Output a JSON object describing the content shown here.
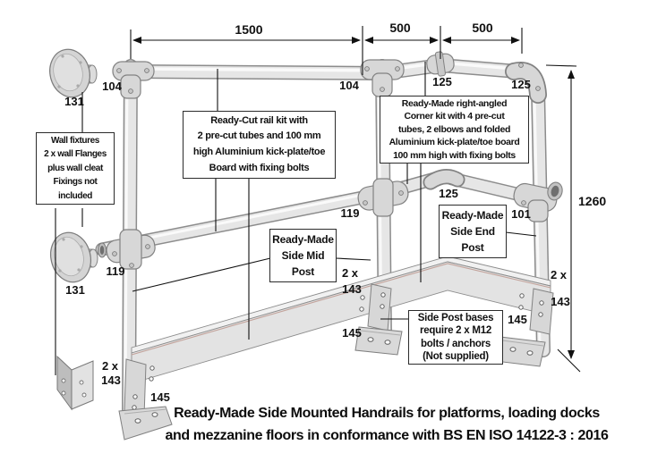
{
  "title": {
    "line1": "Ready-Made Side Mounted Handrails for platforms, loading docks",
    "line2": "and mezzanine floors in conformance with BS EN ISO 14122-3 : 2016"
  },
  "dimensions": {
    "rail_span": "1500",
    "corner_span_a": "500",
    "corner_span_b": "500",
    "overall_height": "1260"
  },
  "callouts": {
    "wall_fixtures": {
      "lines": [
        "Wall fixtures",
        "2 x wall Flanges",
        "plus wall cleat",
        "Fixings not",
        "included"
      ]
    },
    "rail_kit": {
      "lines": [
        "Ready-Cut rail kit with",
        "2 pre-cut tubes and 100 mm",
        "high Aluminium kick-plate/toe",
        "Board  with fixing bolts"
      ]
    },
    "corner_kit": {
      "lines": [
        "Ready-Made right-angled",
        "Corner kit with 4 pre-cut",
        "tubes, 2 elbows and folded",
        "Aluminium kick-plate/toe board",
        "100 mm high with fixing bolts"
      ]
    },
    "side_mid_post": {
      "lines": [
        "Ready-Made",
        "Side Mid",
        "Post"
      ]
    },
    "side_end_post": {
      "lines": [
        "Ready-Made",
        "Side End",
        "Post"
      ]
    },
    "side_post_bases": {
      "lines": [
        "Side Post bases",
        "require 2 x M12",
        "bolts / anchors",
        "(Not supplied)"
      ]
    }
  },
  "part_labels": {
    "fitting_104_left": "104",
    "fitting_104_mid": "104",
    "fitting_125_top_mid": "125",
    "fitting_125_top_right": "125",
    "fitting_125_mid_rail": "125",
    "fitting_119_left": "119",
    "fitting_119_mid": "119",
    "fitting_101_end": "101",
    "flange_131_top": "131",
    "flange_131_bottom": "131",
    "cleat_qty_left": "2 x",
    "cleat_143_left": "143",
    "cleat_qty_mid": "2 x",
    "cleat_143_mid": "143",
    "cleat_qty_right": "2 x",
    "cleat_143_right": "143",
    "base_145_left": "145",
    "base_145_mid": "145",
    "base_145_right": "145"
  },
  "colors": {
    "background": "#ffffff",
    "tube_fill": "#e6e6e6",
    "tube_outline": "#8c8c8c",
    "fitting_fill": "#d7d7d7",
    "kick_plate_front": "#e3e3e3",
    "kick_plate_top": "#f1f1f1",
    "kick_plate_edge_accent": "#c2a29a",
    "line_color": "#111111",
    "text_color": "#111111"
  }
}
